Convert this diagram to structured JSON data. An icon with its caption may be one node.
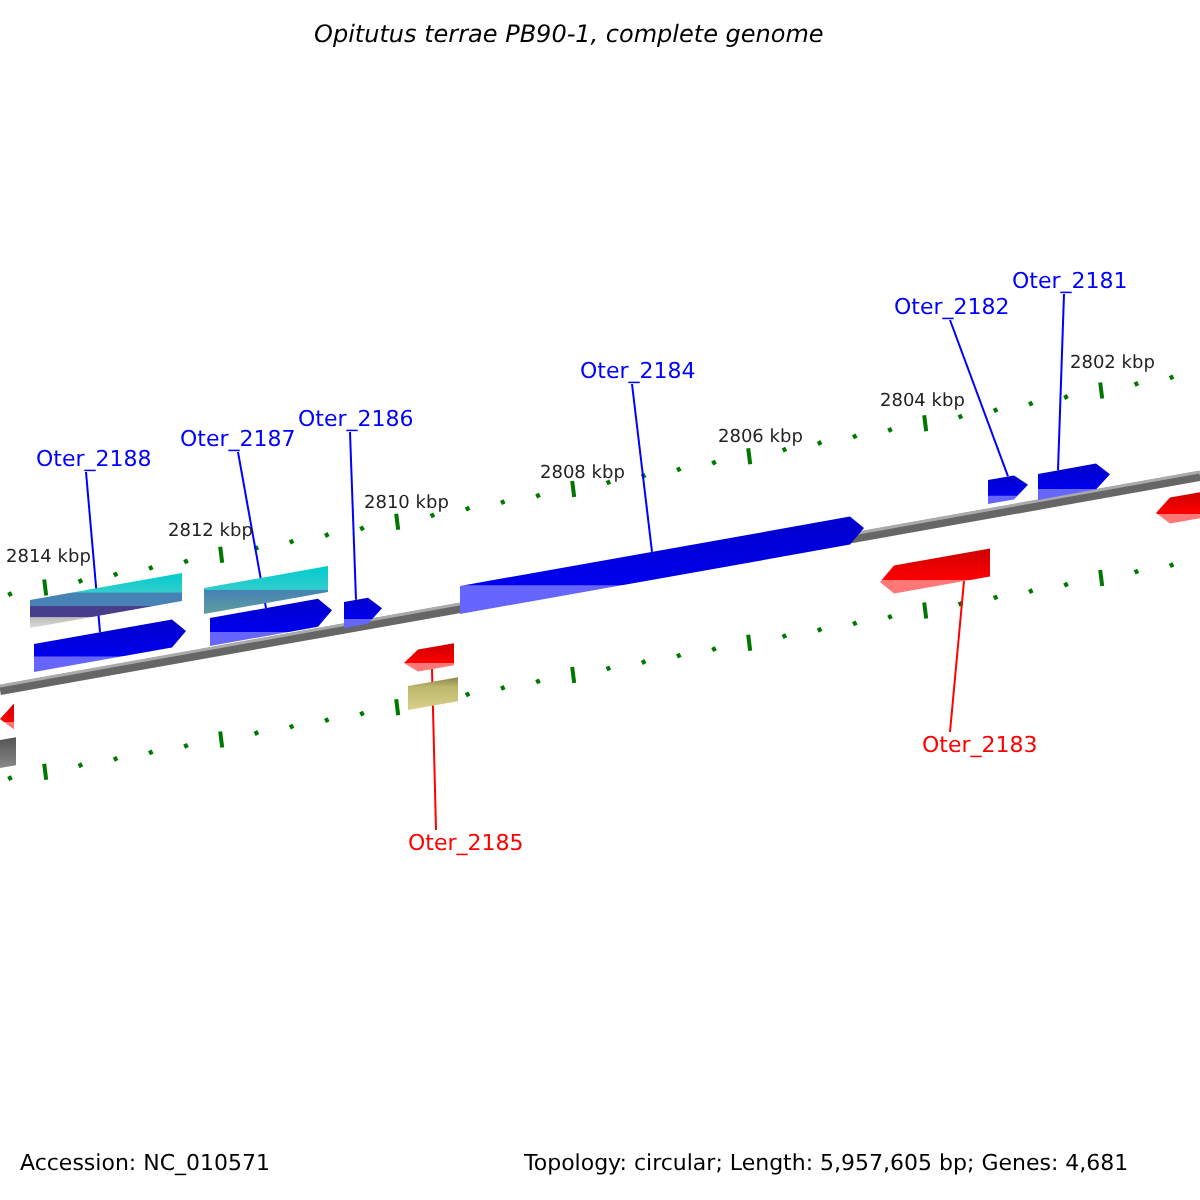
{
  "diagram": {
    "title": "Opitutus terrae PB90-1, complete genome",
    "nodes": [
      {
        "text": [
          "Oter_2181"
        ]
      },
      {
        "text": [
          "Oter_2182"
        ]
      },
      {
        "text": [
          "Oter_2184"
        ]
      },
      {
        "text": [
          "Oter_2186"
        ]
      },
      {
        "text": [
          "Oter_2187"
        ]
      },
      {
        "text": [
          "Oter_2188"
        ]
      },
      {
        "text": [
          "Oter_2183"
        ]
      },
      {
        "text": [
          "Oter_2185"
        ]
      },
      {
        "text": [],
        "shape": "bar"
      },
      {
        "text": [],
        "shape": "box"
      },
      {
        "text": [],
        "shape": "box"
      },
      {
        "text": [],
        "shape": "bar"
      },
      {
        "text": [],
        "shape": "box"
      },
      {
        "text": [],
        "shape": "bar"
      },
      {
        "text": [],
        "shape": "bar"
      },
      {
        "text": [],
        "shape": "bar"
      },
      {
        "text": [],
        "shape": "box"
      },
      {
        "text": [],
        "shape": "bar"
      },
      {
        "text": [],
        "shape": "bar"
      },
      {
        "text": [],
        "shape": "bar"
      },
      {
        "text": [],
        "shape": "bar"
      },
      {
        "text": [],
        "shape": "bar"
      }
    ],
    "edges": [
      {
        "from": 0,
        "to": 20,
        "arrow": "none"
      },
      {
        "from": 1,
        "to": 19,
        "arrow": "none"
      },
      {
        "from": 2,
        "to": 17,
        "arrow": "none"
      },
      {
        "from": 3,
        "to": 14,
        "arrow": "none"
      },
      {
        "from": 4,
        "to": 13,
        "arrow": "none"
      },
      {
        "from": 5,
        "to": 11,
        "arrow": "none"
      },
      {
        "from": 6,
        "to": 18,
        "arrow": "none",
        "color": "#ff0000"
      },
      {
        "from": 7,
        "to": 15,
        "arrow": "none",
        "color": "#ff0000"
      }
    ],
    "labels": [
      "2802 kbp",
      "2804 kbp",
      "2806 kbp",
      "2808 kbp",
      "2810 kbp",
      "2812 kbp",
      "2814 kbp",
      "Accession: NC_010571",
      "Topology: circular; Length: 5,957,605 bp; Genes: 4,681"
    ]
  }
}
